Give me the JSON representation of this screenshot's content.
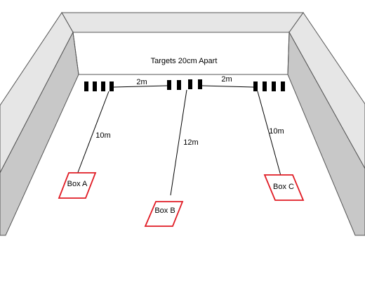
{
  "title": "Targets 20cm Apart",
  "colors": {
    "wall_top": "#e6e6e6",
    "wall_side": "#c8c8c8",
    "wall_stroke": "#555555",
    "target": "#000000",
    "box_stroke": "#e01b24"
  },
  "spacing_labels": {
    "left": "2m",
    "right": "2m"
  },
  "distance_labels": {
    "a": "10m",
    "b": "12m",
    "c": "10m"
  },
  "boxes": {
    "a": "Box A",
    "b": "Box B",
    "c": "Box C"
  }
}
